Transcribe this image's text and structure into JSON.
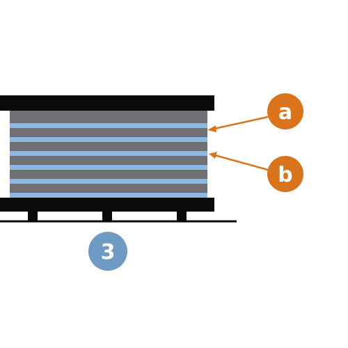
{
  "diagram": {
    "callouts": [
      {
        "label": "a",
        "color": "#d9731c"
      },
      {
        "label": "b",
        "color": "#d9731c"
      }
    ],
    "figure_number": {
      "label": "3",
      "color": "#6f9ac4"
    },
    "colors": {
      "plates": "#0a0a0a",
      "rubber_layer": "#6f6f74",
      "steel_shim": "#8db7e6",
      "leader_lines": "#d9731c"
    },
    "layer_counts": {
      "rubber_layers": 6,
      "steel_shims": 6
    },
    "support_feet": 3
  }
}
